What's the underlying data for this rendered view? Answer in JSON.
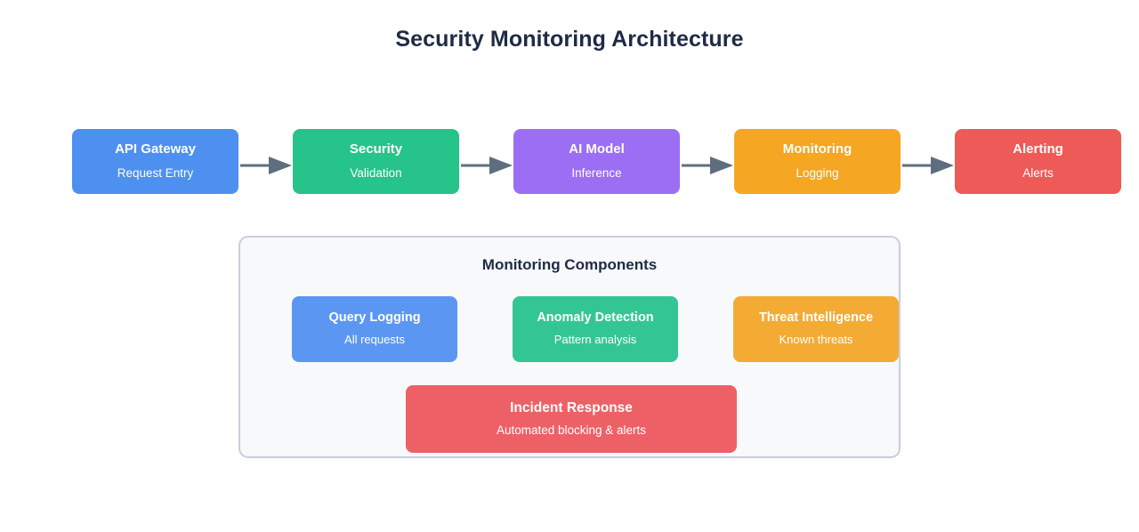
{
  "title": "Security Monitoring Architecture",
  "colors": {
    "blue": "#4d90f0",
    "green": "#26c38a",
    "purple": "#9b6ef3",
    "orange": "#f5a623",
    "red": "#ee5a57",
    "blue_light": "#5b97f2",
    "green_light": "#33c694",
    "orange_light": "#f3ab34",
    "red_light": "#ed6166",
    "arrow": "#5e6e7e",
    "panel_border": "#c9cedd",
    "panel_bg": "#f8f9fb",
    "text_dark": "#1f2b45"
  },
  "pipeline": {
    "stages": [
      {
        "title": "API Gateway",
        "subtitle": "Request Entry",
        "color": "#4d90f0",
        "name": "api-gateway"
      },
      {
        "title": "Security",
        "subtitle": "Validation",
        "color": "#26c38a",
        "name": "security"
      },
      {
        "title": "AI Model",
        "subtitle": "Inference",
        "color": "#9b6ef3",
        "name": "ai-model"
      },
      {
        "title": "Monitoring",
        "subtitle": "Logging",
        "color": "#f5a623",
        "name": "monitoring"
      },
      {
        "title": "Alerting",
        "subtitle": "Alerts",
        "color": "#ee5a57",
        "name": "alerting"
      }
    ],
    "connector_icon": "arrow-right-icon",
    "connector_count": 4
  },
  "panel": {
    "title": "Monitoring Components",
    "components": [
      {
        "title": "Query Logging",
        "subtitle": "All requests",
        "color": "#5b97f2",
        "name": "query-logging"
      },
      {
        "title": "Anomaly Detection",
        "subtitle": "Pattern analysis",
        "color": "#33c694",
        "name": "anomaly-detection"
      },
      {
        "title": "Threat Intelligence",
        "subtitle": "Known threats",
        "color": "#f3ab34",
        "name": "threat-intelligence"
      }
    ],
    "wide_component": {
      "title": "Incident Response",
      "subtitle": "Automated blocking & alerts",
      "color": "#ed6166",
      "name": "incident-response"
    }
  }
}
